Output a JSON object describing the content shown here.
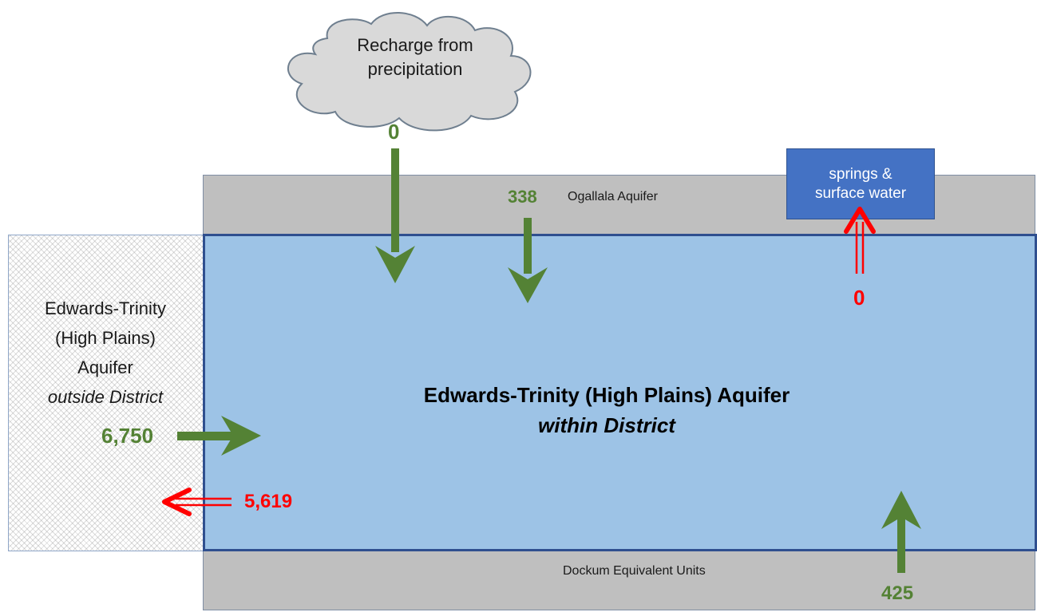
{
  "cloud": {
    "line1": "Recharge from",
    "line2": "precipitation"
  },
  "layers": {
    "top_label": "Ogallala Aquifer",
    "bottom_label": "Dockum Equivalent Units"
  },
  "springs": {
    "line1": "springs &",
    "line2": "surface water"
  },
  "outside": {
    "line1": "Edwards-Trinity",
    "line2": "(High Plains)",
    "line3": "Aquifer",
    "line4": "outside District"
  },
  "main": {
    "line1": "Edwards-Trinity (High Plains) Aquifer",
    "line2": "within District"
  },
  "flows": {
    "recharge": "0",
    "ogallala_in": "338",
    "springs_out": "0",
    "lateral_in": "6,750",
    "lateral_out": "5,619",
    "dockum_in": "425"
  },
  "colors": {
    "inflow": "#548235",
    "outflow": "#ff0000",
    "aquifer": "#9dc3e6",
    "confining_layer": "#bfbfbf",
    "springs": "#4472c4"
  }
}
